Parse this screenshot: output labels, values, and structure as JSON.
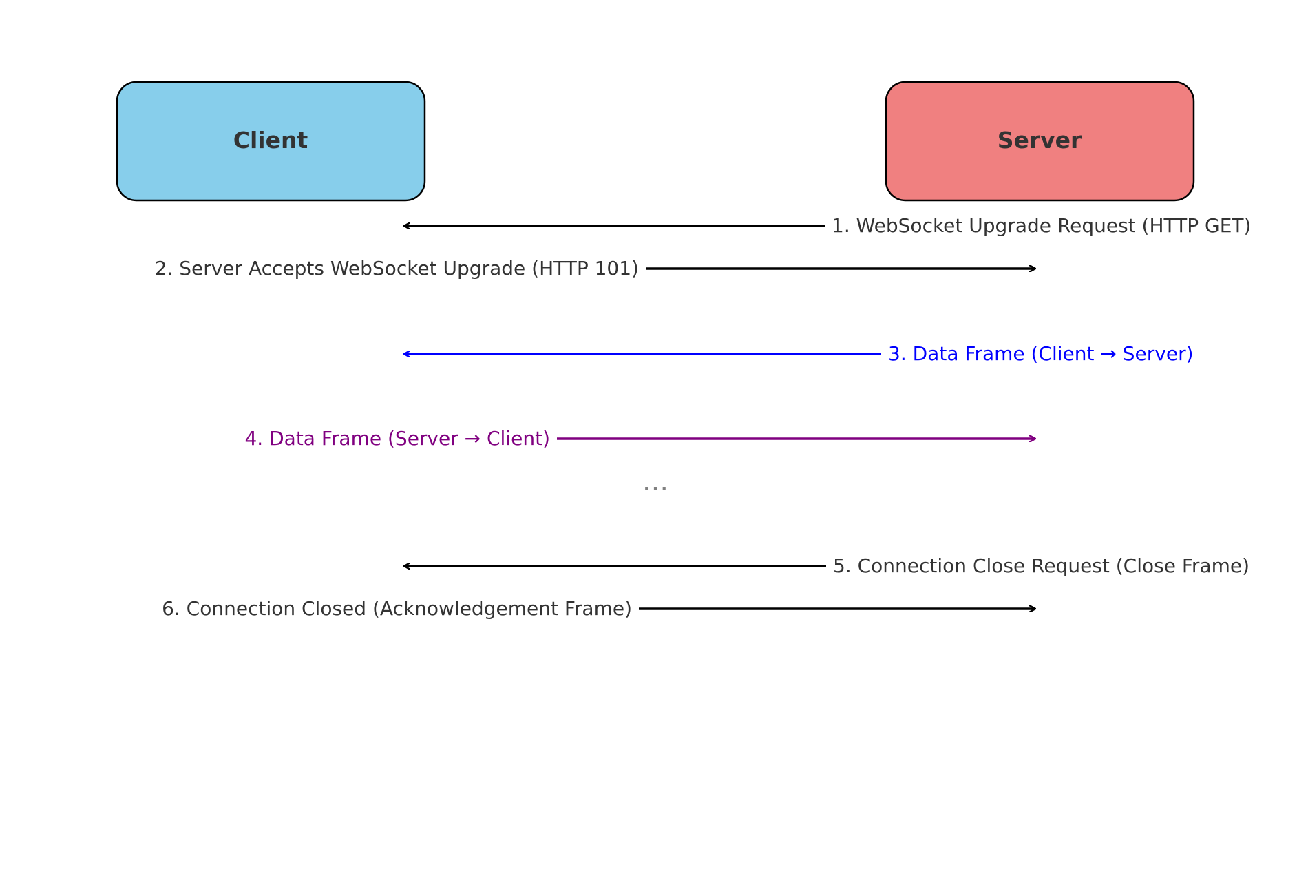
{
  "participants": {
    "client": {
      "label": "Client",
      "fill": "#87CEEB"
    },
    "server": {
      "label": "Server",
      "fill": "#F08080"
    }
  },
  "messages": [
    {
      "label": "1. WebSocket Upgrade Request (HTTP GET)",
      "color": "#000000",
      "text_color": "#333333",
      "direction": "to-client"
    },
    {
      "label": "2. Server Accepts WebSocket Upgrade (HTTP 101)",
      "color": "#000000",
      "text_color": "#333333",
      "direction": "to-server"
    },
    {
      "label": "3. Data Frame (Client → Server)",
      "color": "#0000FF",
      "text_color": "#0000FF",
      "direction": "to-client"
    },
    {
      "label": "4. Data Frame (Server → Client)",
      "color": "#800080",
      "text_color": "#800080",
      "direction": "to-server"
    },
    {
      "label": "5. Connection Close Request (Close Frame)",
      "color": "#000000",
      "text_color": "#333333",
      "direction": "to-client"
    },
    {
      "label": "6. Connection Closed (Acknowledgement Frame)",
      "color": "#000000",
      "text_color": "#333333",
      "direction": "to-server"
    }
  ],
  "ellipsis": "..."
}
